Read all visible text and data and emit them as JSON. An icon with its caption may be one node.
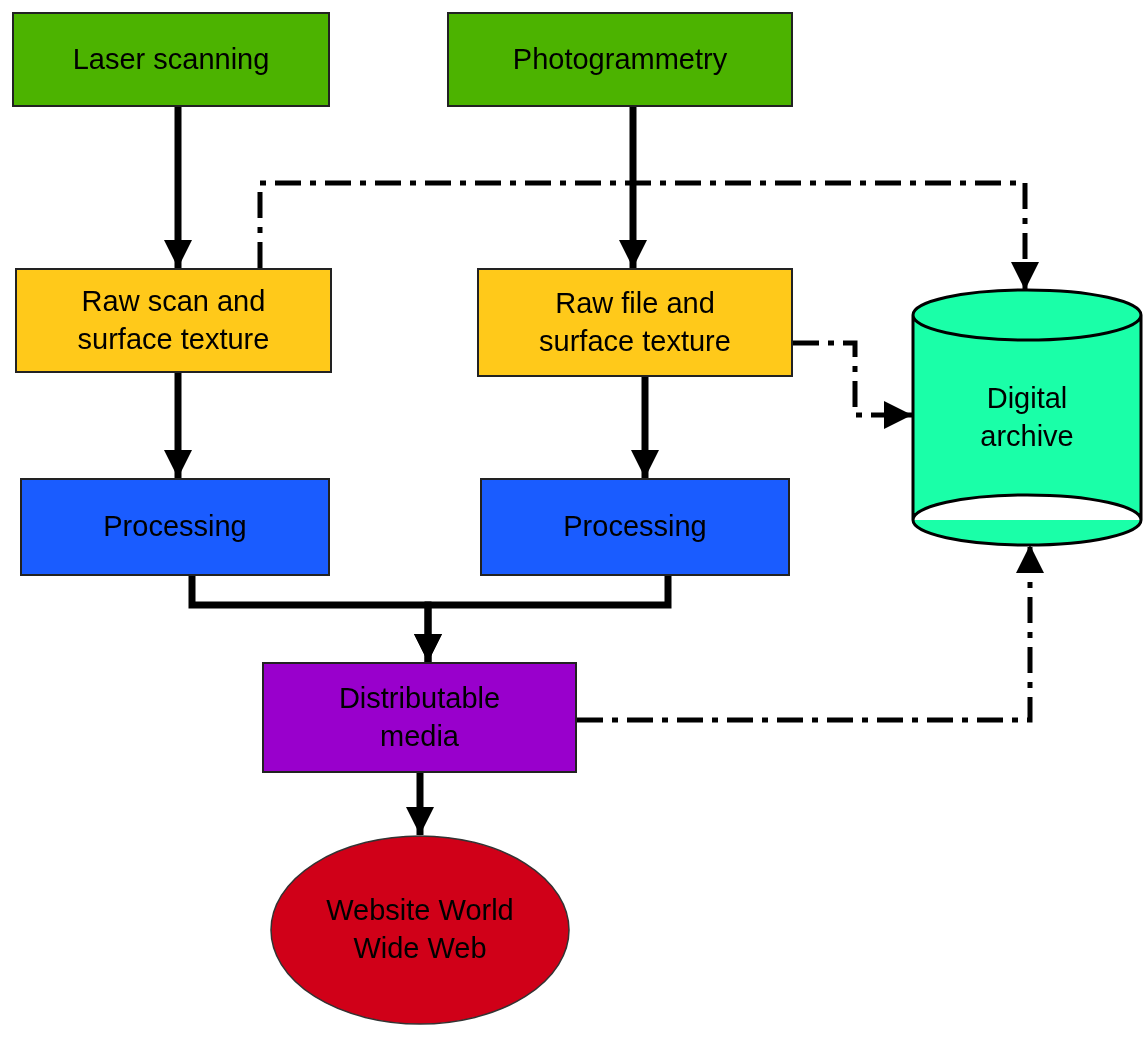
{
  "diagram": {
    "nodes": [
      {
        "text": [
          "Laser scanning"
        ]
      },
      {
        "text": [
          "Photogrammetry"
        ]
      },
      {
        "text": [
          "Raw scan and surface texture"
        ]
      },
      {
        "text": [
          "Raw file and surface texture"
        ]
      },
      {
        "text": [
          "Digital archive"
        ]
      },
      {
        "text": [
          "Processing"
        ]
      },
      {
        "text": [
          "Processing"
        ]
      },
      {
        "text": [
          "Distributable media"
        ]
      },
      {
        "text": [
          "Website World Wide Web"
        ]
      }
    ],
    "edges": [
      {
        "from": 0,
        "to": 2,
        "arrow": "to"
      },
      {
        "from": 1,
        "to": 3,
        "arrow": "to"
      },
      {
        "from": 2,
        "to": 4,
        "arrow": "to",
        "style": "dashed"
      },
      {
        "from": 3,
        "to": 4,
        "arrow": "to",
        "style": "dashed"
      },
      {
        "from": 2,
        "to": 5,
        "arrow": "to"
      },
      {
        "from": 3,
        "to": 6,
        "arrow": "to"
      },
      {
        "from": 5,
        "to": 7,
        "arrow": "to"
      },
      {
        "from": 6,
        "to": 7,
        "arrow": "to"
      },
      {
        "from": 7,
        "to": 8,
        "arrow": "to"
      },
      {
        "from": 7,
        "to": 4,
        "arrow": "to",
        "style": "dashed"
      }
    ]
  }
}
